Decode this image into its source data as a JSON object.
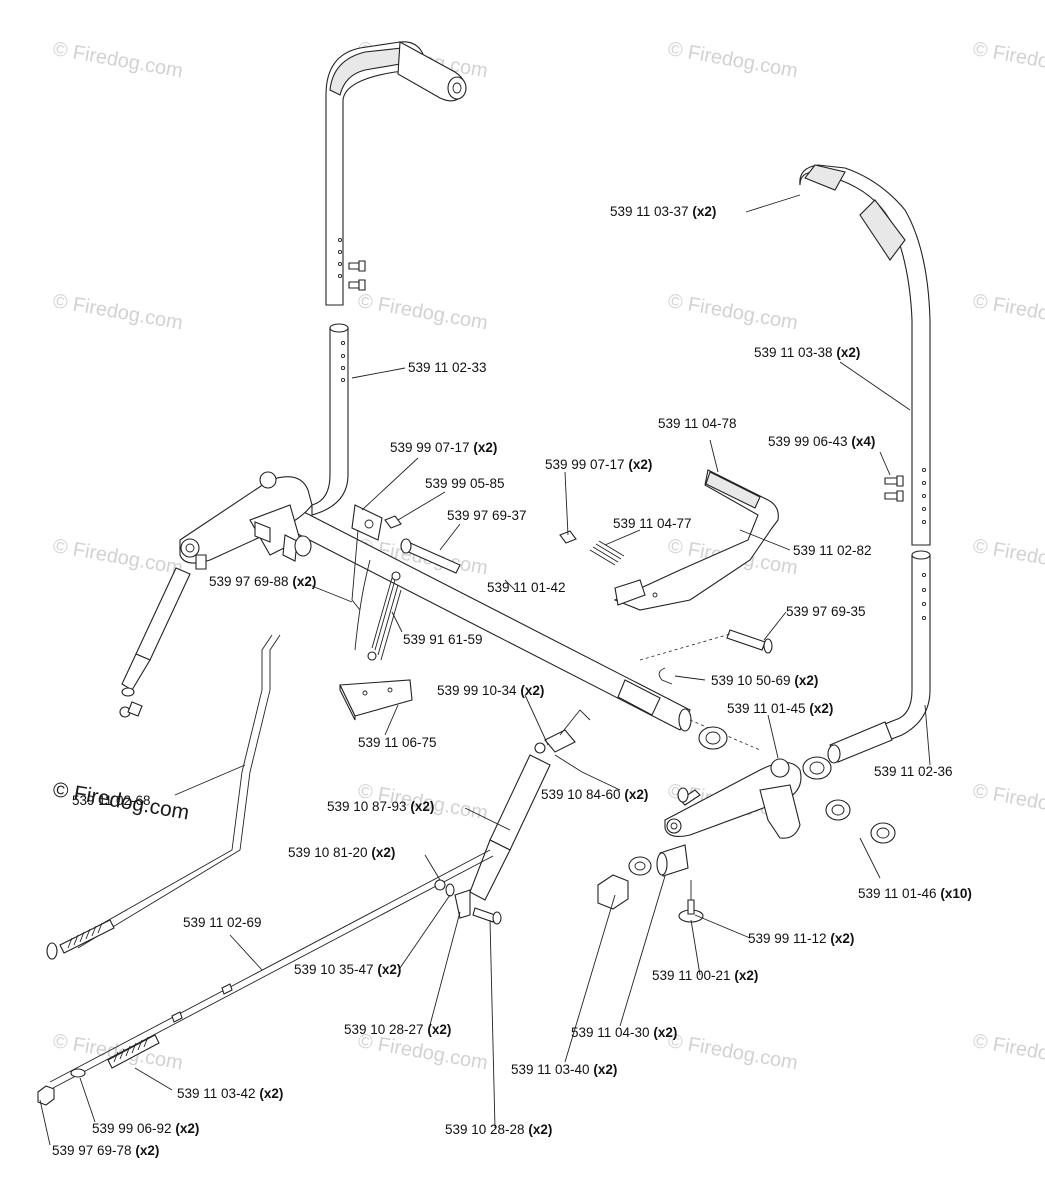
{
  "watermark": {
    "text": "© Firedog.com",
    "overlay_text": "© Firedog.com"
  },
  "callouts": [
    {
      "id": "c1",
      "number": "539 11 03-37",
      "qty": "(x2)"
    },
    {
      "id": "c2",
      "number": "539 11 02-33",
      "qty": ""
    },
    {
      "id": "c3",
      "number": "539 11 03-38",
      "qty": "(x2)"
    },
    {
      "id": "c4",
      "number": "539 11 04-78",
      "qty": ""
    },
    {
      "id": "c5",
      "number": "539 99 06-43",
      "qty": "(x4)"
    },
    {
      "id": "c6",
      "number": "539 99 07-17",
      "qty": "(x2)"
    },
    {
      "id": "c7",
      "number": "539 99 07-17",
      "qty": "(x2)"
    },
    {
      "id": "c8",
      "number": "539 99 05-85",
      "qty": ""
    },
    {
      "id": "c9",
      "number": "539 97 69-37",
      "qty": ""
    },
    {
      "id": "c10",
      "number": "539 11 04-77",
      "qty": ""
    },
    {
      "id": "c11",
      "number": "539 11 02-82",
      "qty": ""
    },
    {
      "id": "c12",
      "number": "539 97 69-88",
      "qty": "(x2)"
    },
    {
      "id": "c13",
      "number": "539 11 01-42",
      "qty": ""
    },
    {
      "id": "c14",
      "number": "539 91 61-59",
      "qty": ""
    },
    {
      "id": "c15",
      "number": "539 97 69-35",
      "qty": ""
    },
    {
      "id": "c16",
      "number": "539 10 50-69",
      "qty": "(x2)"
    },
    {
      "id": "c17",
      "number": "539 99 10-34",
      "qty": "(x2)"
    },
    {
      "id": "c18",
      "number": "539 11 01-45",
      "qty": "(x2)"
    },
    {
      "id": "c19",
      "number": "539 11 06-75",
      "qty": ""
    },
    {
      "id": "c20",
      "number": "539 11 02-36",
      "qty": ""
    },
    {
      "id": "c21",
      "number": "539 11 02-68",
      "qty": ""
    },
    {
      "id": "c22",
      "number": "539 10 84-60",
      "qty": "(x2)"
    },
    {
      "id": "c23",
      "number": "539 10 87-93",
      "qty": "(x2)"
    },
    {
      "id": "c24",
      "number": "539 10 81-20",
      "qty": "(x2)"
    },
    {
      "id": "c25",
      "number": "539 11 01-46",
      "qty": "(x10)"
    },
    {
      "id": "c26",
      "number": "539 11 02-69",
      "qty": ""
    },
    {
      "id": "c27",
      "number": "539 99 11-12",
      "qty": "(x2)"
    },
    {
      "id": "c28",
      "number": "539 10 35-47",
      "qty": "(x2)"
    },
    {
      "id": "c29",
      "number": "539 11 00-21",
      "qty": "(x2)"
    },
    {
      "id": "c30",
      "number": "539 10 28-27",
      "qty": "(x2)"
    },
    {
      "id": "c31",
      "number": "539 11 04-30",
      "qty": "(x2)"
    },
    {
      "id": "c32",
      "number": "539 11 03-40",
      "qty": "(x2)"
    },
    {
      "id": "c33",
      "number": "539 11 03-42",
      "qty": "(x2)"
    },
    {
      "id": "c34",
      "number": "539 99 06-92",
      "qty": "(x2)"
    },
    {
      "id": "c35",
      "number": "539 10 28-28",
      "qty": "(x2)"
    },
    {
      "id": "c36",
      "number": "539 97 69-78",
      "qty": "(x2)"
    }
  ]
}
